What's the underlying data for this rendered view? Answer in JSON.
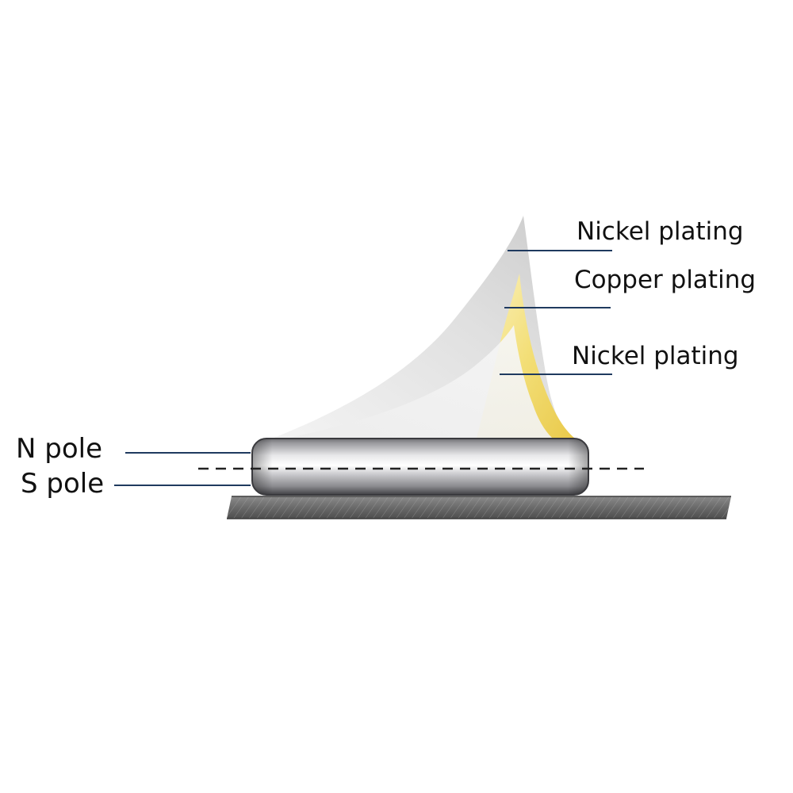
{
  "labels": {
    "outer_nickel": "Nickel plating",
    "copper": "Copper plating",
    "inner_nickel": "Nickel plating",
    "n_pole": "N pole",
    "s_pole": "S pole"
  },
  "colors": {
    "leader_line": "#1f3a5f",
    "copper_layer": "#f2df7a",
    "nickel_layer": "#d9d9d9",
    "magnet_body": "#b8b8bc",
    "base_plate": "#6b6b6b"
  }
}
